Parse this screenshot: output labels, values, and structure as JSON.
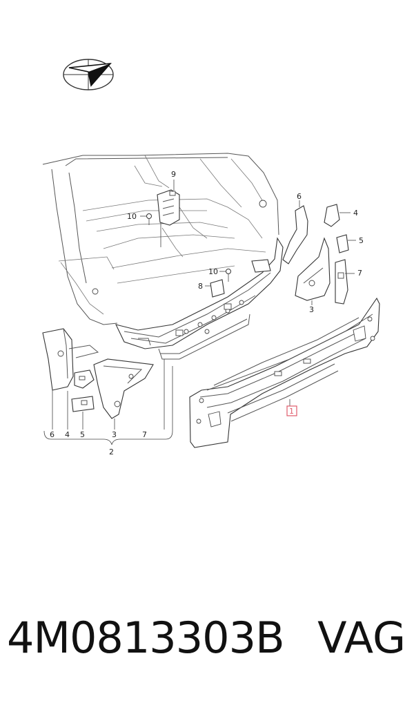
{
  "diagram": {
    "callouts": {
      "c1": "1",
      "c2": "2",
      "c3_left": "3",
      "c3_right": "3",
      "c4_left": "4",
      "c4_right": "4",
      "c5_left": "5",
      "c5_right": "5",
      "c6_left": "6",
      "c6_right": "6",
      "c7_left": "7",
      "c7_right": "7",
      "c8": "8",
      "c9": "9",
      "c10_top": "10",
      "c10_mid": "10"
    },
    "highlight_color": "#e05a6a",
    "icon": "viewing-direction-icon"
  },
  "footer": {
    "part_number": "4M0813303B",
    "brand": "VAG"
  }
}
